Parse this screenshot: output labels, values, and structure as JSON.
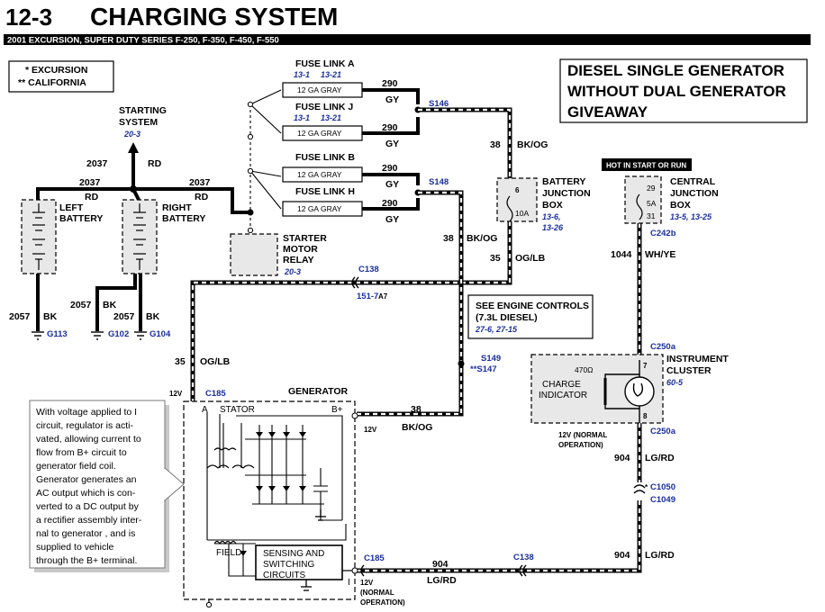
{
  "header": {
    "section": "12-3",
    "title": "CHARGING SYSTEM",
    "subtitle": "2001 EXCURSION, SUPER DUTY SERIES F-250, F-350, F-450, F-550"
  },
  "legend": {
    "line1": "* EXCURSION",
    "line2": "** CALIFORNIA"
  },
  "diesel_box": {
    "line1": "DIESEL SINGLE GENERATOR",
    "line2": "WITHOUT DUAL GENERATOR",
    "line3": "GIVEAWAY"
  },
  "starting_system": {
    "line1": "STARTING",
    "line2": "SYSTEM",
    "ref": "20-3"
  },
  "fuse_links": [
    {
      "name": "FUSE LINK A",
      "ref1": "13-1",
      "ref2": "13-21",
      "gauge": "12   GA   GRAY",
      "wire": "290",
      "color": "GY"
    },
    {
      "name": "FUSE LINK J",
      "ref1": "13-1",
      "ref2": "13-21",
      "gauge": "12   GA   GRAY",
      "wire": "290",
      "color": "GY"
    },
    {
      "name": "FUSE LINK B",
      "gauge": "12   GA   GRAY",
      "wire": "290",
      "color": "GY"
    },
    {
      "name": "FUSE LINK H",
      "gauge": "12   GA   GRAY",
      "wire": "290",
      "color": "GY"
    }
  ],
  "splices": {
    "s146": "S146",
    "s148": "S148",
    "s149": "S149",
    "s147": "**S147"
  },
  "batteries": {
    "left_line1": "LEFT",
    "left_line2": "BATTERY",
    "right_line1": "RIGHT",
    "right_line2": "BATTERY"
  },
  "wires": {
    "w2037": "2037",
    "rd": "RD",
    "w2057": "2057",
    "bk": "BK",
    "w38": "38",
    "bkog": "BK/OG",
    "w35": "35",
    "oglb": "OG/LB",
    "w1044": "1044",
    "whye": "WH/YE",
    "w904": "904",
    "lgrd": "LG/RD"
  },
  "grounds": {
    "g113": "G113",
    "g102": "G102",
    "g104": "G104"
  },
  "relay": {
    "line1": "STARTER",
    "line2": "MOTOR",
    "line3": "RELAY",
    "ref": "20-3"
  },
  "bjb": {
    "line1": "BATTERY",
    "line2": "JUNCTION",
    "line3": "BOX",
    "ref1": "13-6,",
    "ref2": "13-26",
    "pin": "6",
    "fuse": "10A"
  },
  "cjb": {
    "hot": "HOT IN START OR RUN",
    "line1": "CENTRAL",
    "line2": "JUNCTION",
    "line3": "BOX",
    "ref": "13-5, 13-25",
    "pin1": "29",
    "fuse": "5A",
    "pin2": "31"
  },
  "connectors": {
    "c138": "C138",
    "c138ref": "151-7",
    "a7": "A7",
    "c185": "C185",
    "c242b": "C242b",
    "c250a": "C250a",
    "c1050": "C1050",
    "c1049": "C1049"
  },
  "engine_controls": {
    "line1": "SEE ENGINE CONTROLS",
    "line2": "(7.3L DIESEL)",
    "ref": "27-6,  27-15"
  },
  "cluster": {
    "line1": "INSTRUMENT",
    "line2": "CLUSTER",
    "ref": "60-5",
    "res": "470Ω",
    "ind1": "CHARGE",
    "ind2": "INDICATOR",
    "pin7": "7",
    "pin8": "8"
  },
  "voltages": {
    "v12": "12V",
    "normal1": "12V (NORMAL",
    "normal2": "OPERATION)",
    "norm_a": "(NORMAL",
    "norm_b": "OPERATION)"
  },
  "generator": {
    "title": "GENERATOR",
    "a": "A",
    "stator": "STATOR",
    "bplus": "B+",
    "field": "FIELD",
    "sense1": "SENSING AND",
    "sense2": "SWITCHING",
    "sense3": "CIRCUITS",
    "i": "I"
  },
  "note": {
    "lines": [
      "With voltage applied to I",
      "circuit, regulator is acti-",
      "vated, allowing current to",
      "flow from B+ circuit to",
      "generator field coil.",
      "Generator  generates an",
      "AC output which is con-",
      "verted to a DC output by",
      "a rectifier assembly inter-",
      "nal to generator , and is",
      "supplied to vehicle",
      "through the B+ terminal."
    ]
  }
}
